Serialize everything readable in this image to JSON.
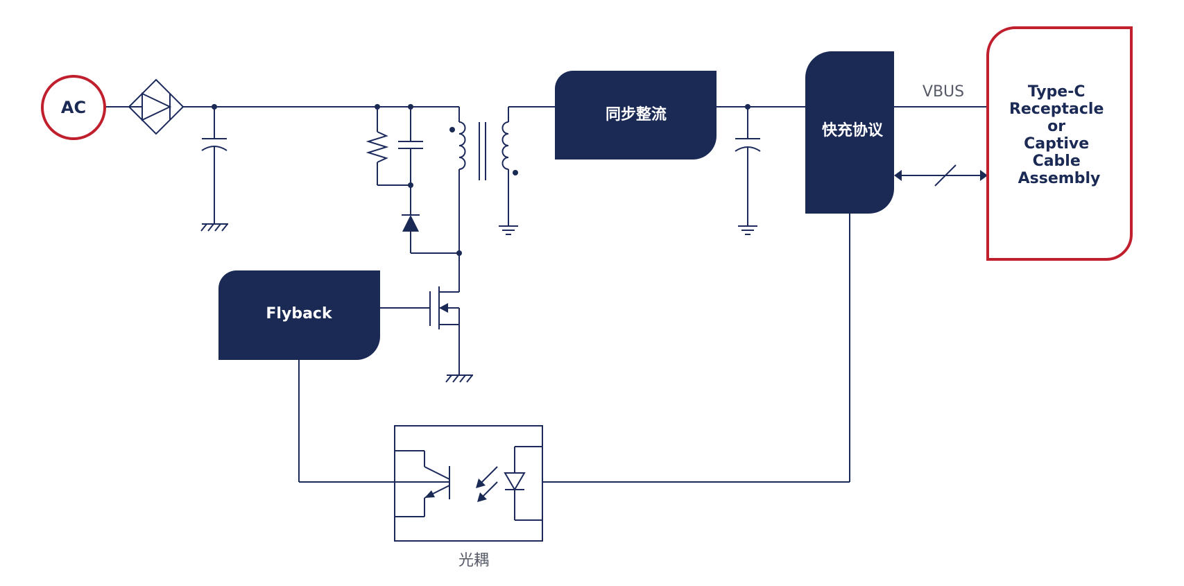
{
  "source": {
    "label": "AC"
  },
  "blocks": {
    "sync_rect": "同步整流",
    "fast_charge": "快充协议",
    "flyback": "Flyback"
  },
  "connector": {
    "lines": [
      "Type-C",
      "Receptacle",
      "or",
      "Captive",
      "Cable",
      "Assembly"
    ]
  },
  "vbus_label": "VBUS",
  "optocoupler_label": "光耦",
  "colors": {
    "navy": "#1b2a55",
    "accent_red": "#c0202e",
    "wire": "#1b2a5a",
    "gray_text": "#555a66"
  },
  "icons": [
    "bridge-rectifier-icon",
    "capacitor-icon",
    "resistor-icon",
    "diode-icon",
    "transformer-icon",
    "mosfet-icon",
    "phototransistor-icon",
    "led-icon",
    "ground-icon"
  ]
}
